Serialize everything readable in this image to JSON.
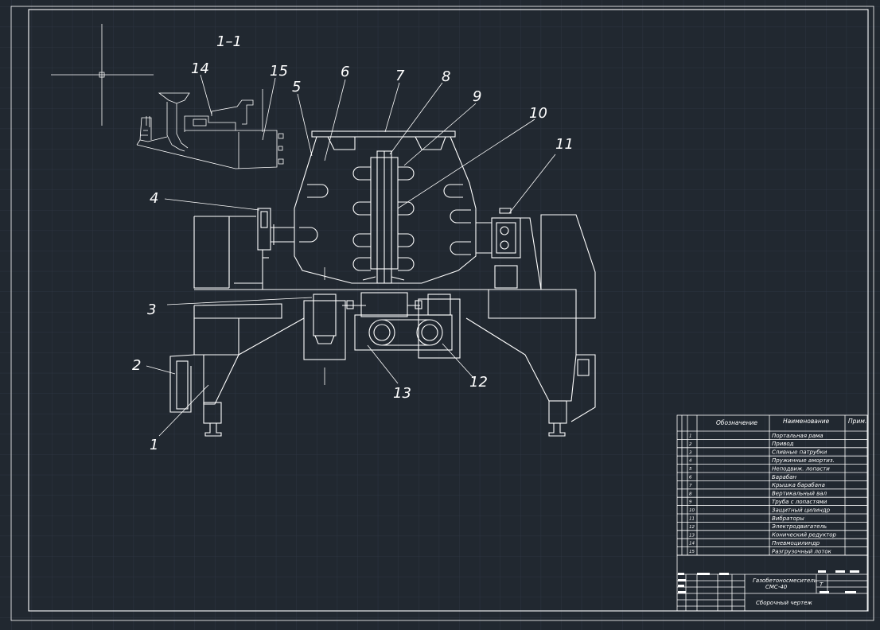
{
  "drawing": {
    "section_label": "1–1",
    "callouts": [
      "1",
      "2",
      "3",
      "4",
      "5",
      "6",
      "7",
      "8",
      "9",
      "10",
      "11",
      "12",
      "13",
      "14",
      "15"
    ]
  },
  "spec_table": {
    "headers": {
      "designation": "Обозначение",
      "name": "Наименование",
      "note": "Прим."
    },
    "rows": [
      {
        "pos": "1",
        "name": "Портальная рама"
      },
      {
        "pos": "2",
        "name": "Привод"
      },
      {
        "pos": "3",
        "name": "Сливные патрубки"
      },
      {
        "pos": "4",
        "name": "Пружинные амортиз."
      },
      {
        "pos": "5",
        "name": "Неподвиж. лопасти"
      },
      {
        "pos": "6",
        "name": "Барабан"
      },
      {
        "pos": "7",
        "name": "Крышка барабана"
      },
      {
        "pos": "8",
        "name": "Вертикальный вал"
      },
      {
        "pos": "9",
        "name": "Труба с лопастями"
      },
      {
        "pos": "10",
        "name": "Защитный цилиндр"
      },
      {
        "pos": "11",
        "name": "Вибраторы"
      },
      {
        "pos": "12",
        "name": "Электродвигатель"
      },
      {
        "pos": "13",
        "name": "Конический редуктор"
      },
      {
        "pos": "14",
        "name": "Пневмоцилиндр"
      },
      {
        "pos": "15",
        "name": "Разгрузочный лоток"
      }
    ]
  },
  "title_block": {
    "product_line1": "Газобетоносмеситель",
    "product_line2": "СМС-40",
    "doc_type": "Сборочный чертеж"
  }
}
